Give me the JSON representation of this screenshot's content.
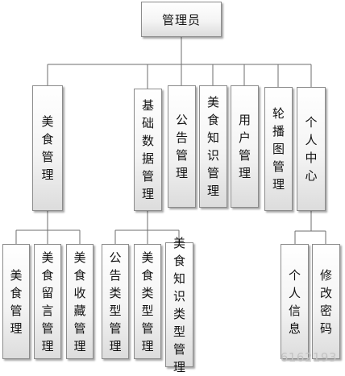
{
  "root": {
    "label": "管理员"
  },
  "level1": [
    {
      "id": "food-mgmt",
      "label": "美食管理"
    },
    {
      "id": "base-data-mgmt",
      "label": "基础数据管理"
    },
    {
      "id": "notice-mgmt",
      "label": "公告管理"
    },
    {
      "id": "food-knowledge-mgmt",
      "label": "美食知识管理"
    },
    {
      "id": "user-mgmt",
      "label": "用户管理"
    },
    {
      "id": "carousel-mgmt",
      "label": "轮播图管理"
    },
    {
      "id": "personal-center",
      "label": "个人中心"
    }
  ],
  "level2": {
    "food_mgmt": [
      {
        "id": "food-mgmt-sub",
        "label": "美食管理"
      },
      {
        "id": "food-comment-mgmt",
        "label": "美食留言管理"
      },
      {
        "id": "food-favorite-mgmt",
        "label": "美食收藏管理"
      }
    ],
    "base_data_mgmt": [
      {
        "id": "notice-type-mgmt",
        "label": "公告类型管理"
      },
      {
        "id": "food-type-mgmt",
        "label": "美食类型管理"
      },
      {
        "id": "food-knowledge-type-mgmt",
        "label": "美食知识类型管理"
      }
    ],
    "personal_center": [
      {
        "id": "personal-info",
        "label": "个人信息"
      },
      {
        "id": "change-password",
        "label": "修改密码"
      }
    ]
  },
  "watermark": "6162193"
}
